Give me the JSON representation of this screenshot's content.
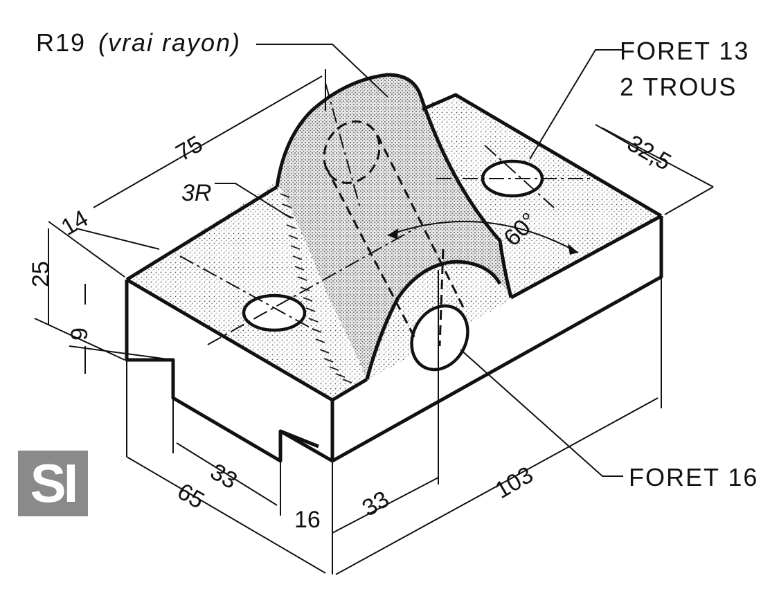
{
  "labels": {
    "radius_note": "R19",
    "radius_note_italic": "(vrai rayon)",
    "drill_13_line1": "FORET 13",
    "drill_13_line2": "2 TROUS",
    "drill_16": "FORET 16",
    "fillet": "3R"
  },
  "dimensions": {
    "length_top": "75",
    "offset_14": "14",
    "hole_spacing": "32,5",
    "angle": "60°",
    "height_total": "25",
    "height_step": "9",
    "slot_width": "33",
    "width_total": "65",
    "slot_offset": "16",
    "bore_offset": "33",
    "length_total": "103"
  },
  "badge": {
    "text": "SI"
  },
  "colors": {
    "ink": "#111111",
    "shade": "#bdbdbd",
    "badge": "#8a8a8a"
  }
}
